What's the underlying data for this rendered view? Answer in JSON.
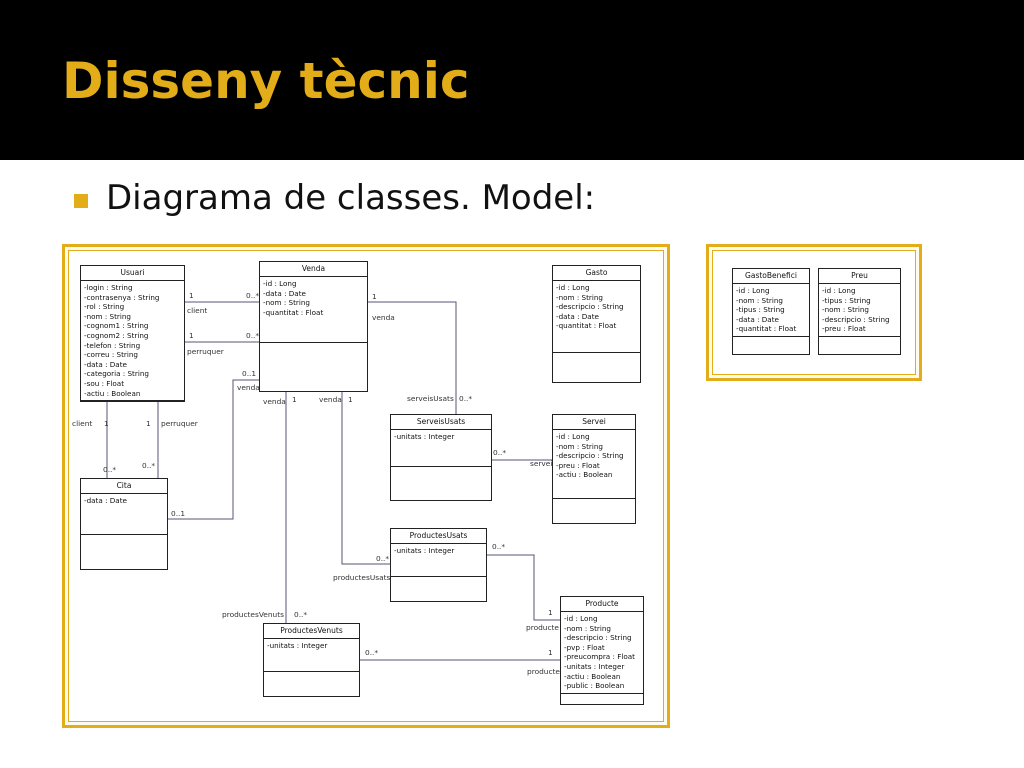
{
  "slide": {
    "title": "Disseny tècnic",
    "bullet": "Diagrama de classes. Model:"
  },
  "colors": {
    "accent": "#e2ad18",
    "title_bg": "#000000",
    "line": "#555577"
  },
  "classes": [
    {
      "id": "usuari",
      "name": "Usuari",
      "attributes": [
        "-login : String",
        "-contrasenya : String",
        "-rol : String",
        "-nom : String",
        "-cognom1 : String",
        "-cognom2 : String",
        "-telefon : String",
        "-correu : String",
        "-data : Date",
        "-categoria : String",
        "-sou : Float",
        "-actiu : Boolean"
      ]
    },
    {
      "id": "venda",
      "name": "Venda",
      "attributes": [
        "-id : Long",
        "-data : Date",
        "-nom : String",
        "-quantitat : Float"
      ]
    },
    {
      "id": "gasto",
      "name": "Gasto",
      "attributes": [
        "-id : Long",
        "-nom : String",
        "-descripcio : String",
        "-data : Date",
        "-quantitat : Float"
      ]
    },
    {
      "id": "serveisusats",
      "name": "ServeisUsats",
      "attributes": [
        "-unitats : Integer"
      ]
    },
    {
      "id": "servei",
      "name": "Servei",
      "attributes": [
        "-id : Long",
        "-nom : String",
        "-descripcio : String",
        "-preu : Float",
        "-actiu : Boolean"
      ]
    },
    {
      "id": "cita",
      "name": "Cita",
      "attributes": [
        "-data : Date"
      ]
    },
    {
      "id": "productesusats",
      "name": "ProductesUsats",
      "attributes": [
        "-unitats : Integer"
      ]
    },
    {
      "id": "productesvenuts",
      "name": "ProductesVenuts",
      "attributes": [
        "-unitats : Integer"
      ]
    },
    {
      "id": "producte",
      "name": "Producte",
      "attributes": [
        "-id : Long",
        "-nom : String",
        "-descripcio : String",
        "-pvp : Float",
        "-preucompra : Float",
        "-unitats : Integer",
        "-actiu : Boolean",
        "-public : Boolean"
      ]
    },
    {
      "id": "gastobenefici",
      "name": "GastoBenefici",
      "attributes": [
        "-id : Long",
        "-nom : String",
        "-tipus : String",
        "-data : Date",
        "-quantitat : Float"
      ]
    },
    {
      "id": "preu",
      "name": "Preu",
      "attributes": [
        "-id : Long",
        "-tipus : String",
        "-nom : String",
        "-descripcio : String",
        "-preu : Float"
      ]
    }
  ],
  "labels": {
    "one": "1",
    "many": "0..*",
    "zero_one": "0..1",
    "client": "client",
    "perruquer": "perruquer",
    "venda": "venda",
    "serveisUsats": "serveisUsats",
    "servei": "servei",
    "productesUsats": "productesUsats",
    "productesVenuts": "productesVenuts",
    "producte": "producte"
  }
}
